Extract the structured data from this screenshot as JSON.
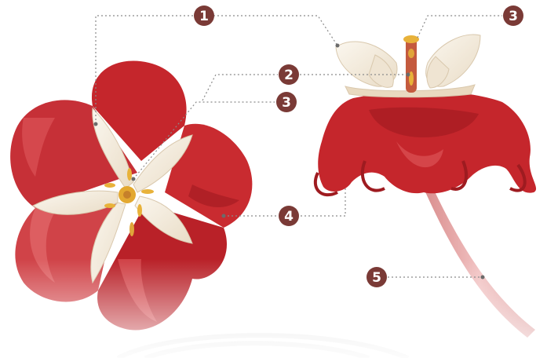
{
  "colors": {
    "petal_red": "#c8262c",
    "petal_red_dark": "#9e1b20",
    "petal_red_light": "#e3575a",
    "sepal_cream": "#f3ece0",
    "stamen_yellow": "#e8b23a",
    "stem_pink": "#e39a9a",
    "marker": "#7a3a36",
    "leader": "#8a8a8a"
  },
  "callouts": [
    {
      "id": "c1-top",
      "number": "1"
    },
    {
      "id": "c2",
      "number": "2"
    },
    {
      "id": "c3-left",
      "number": "3"
    },
    {
      "id": "c3-top",
      "number": "3"
    },
    {
      "id": "c4",
      "number": "4"
    },
    {
      "id": "c5",
      "number": "5"
    }
  ]
}
